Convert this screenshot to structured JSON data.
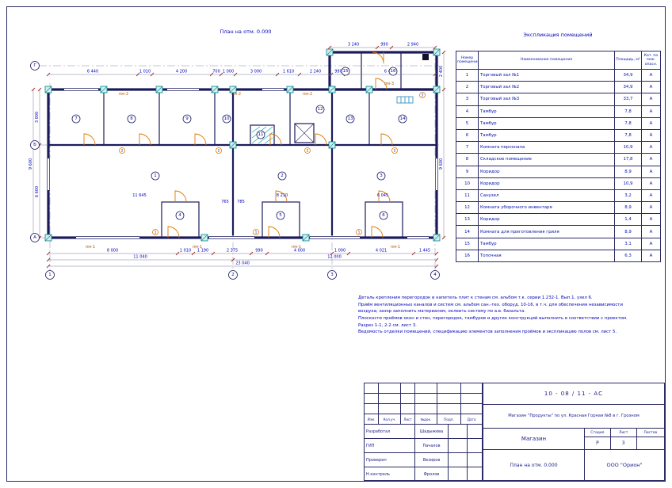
{
  "sheet": {
    "plan_title": "План на отм. 0.000",
    "table_title": "Экспликация помещений"
  },
  "table": {
    "col_num": "Номер помещения",
    "col_name": "Наименование помещения",
    "col_area": "Площадь, м²",
    "col_cat": "Кат. по пож. опасн.",
    "rows": [
      {
        "num": "1",
        "name": "Торговый зал №1",
        "area": "34,9",
        "cat": "А"
      },
      {
        "num": "2",
        "name": "Торговый зал №2",
        "area": "34,9",
        "cat": "А"
      },
      {
        "num": "3",
        "name": "Торговый зал №3",
        "area": "33,7",
        "cat": "А"
      },
      {
        "num": "4",
        "name": "Тамбур",
        "area": "7,8",
        "cat": "А"
      },
      {
        "num": "5",
        "name": "Тамбур",
        "area": "7,8",
        "cat": "А"
      },
      {
        "num": "6",
        "name": "Тамбур",
        "area": "7,8",
        "cat": "А"
      },
      {
        "num": "7",
        "name": "Комната персонала",
        "area": "10,9",
        "cat": "А"
      },
      {
        "num": "8",
        "name": "Складское помещение",
        "area": "17,8",
        "cat": "А"
      },
      {
        "num": "9",
        "name": "Коридор",
        "area": "8,9",
        "cat": "А"
      },
      {
        "num": "10",
        "name": "Коридор",
        "area": "10,9",
        "cat": "А"
      },
      {
        "num": "11",
        "name": "Санузел",
        "area": "3,2",
        "cat": "А"
      },
      {
        "num": "12",
        "name": "Комната уборочного инвентаря",
        "area": "8,9",
        "cat": "А"
      },
      {
        "num": "13",
        "name": "Коридор",
        "area": "1,4",
        "cat": "А"
      },
      {
        "num": "14",
        "name": "Комната для приготовления гриля",
        "area": "8,9",
        "cat": "А"
      },
      {
        "num": "15",
        "name": "Тамбур",
        "area": "3,1",
        "cat": "А"
      },
      {
        "num": "16",
        "name": "Топочная",
        "area": "6,3",
        "cat": "А"
      }
    ]
  },
  "notes": {
    "lines": [
      "Деталь крепления перегородок и капитель плит к стенам см. альбом т.к. серии 1.232-1. Вып.1, узел 6.",
      "Приём вентиляционных каналов и систем см. альбом сан.-тех. оборуд. 10-16, в т.ч. для обеспечения независимости",
      "воздуха; зазор заполнить материалом, оклеить систему по а.в. базальта.",
      "Плоскости проёмов окон и стен, перегородок, тамбуров и других конструкций выполнить в соответствии с проектом.",
      "Разрез 1-1, 2-2 см. лист 3.",
      "Ведомость отделки помещений, спецификацию элементов заполнения проёмов и экспликацию полов см. лист 5."
    ]
  },
  "plan": {
    "axes_bottom": [
      "1",
      "2",
      "3",
      "4"
    ],
    "axes_left": [
      "Г",
      "Б",
      "А"
    ],
    "rooms": [
      "1",
      "2",
      "3",
      "4",
      "5",
      "6",
      "7",
      "8",
      "9",
      "10",
      "11",
      "12",
      "13",
      "14",
      "15",
      "16"
    ],
    "dims_top": [
      "6 440",
      "1 010",
      "4 200",
      "700",
      "1 000",
      "3 000",
      "1 610",
      "2 240",
      "990",
      "6 400"
    ],
    "dims_ext": [
      "3 240",
      "990",
      "2 940"
    ],
    "dims_bottom1": [
      "8 000",
      "1 010",
      "1 190",
      "2 375",
      "990",
      "4 000",
      "1 000",
      "4 021",
      "1 445"
    ],
    "dims_bottom2": [
      "11 040",
      "12 000"
    ],
    "dims_total": "23 040",
    "dims_left": [
      "3 000",
      "6 600"
    ],
    "dims_left_total": "9 600",
    "dims_right": [
      "2 400",
      "9 600"
    ],
    "hall_dims": [
      "11 645",
      "8 210",
      "6 045"
    ],
    "small_dims": [
      "765",
      "785"
    ],
    "pm_top": [
      "пм-2",
      "пм-2",
      "пм-2"
    ],
    "pm_bottom": [
      "пм-1",
      "пм-1",
      "пм-1",
      "пм-1"
    ],
    "pm_ext": "пм-3",
    "door_marks": [
      "2",
      "2",
      "2",
      "2",
      "1",
      "1",
      "1",
      "3"
    ]
  },
  "titleblock": {
    "doc_code": "10 - 08 / 11 - АС",
    "object": "Магазин \"Продукты\" по ул. Красная Горная №8 в г. Грозном",
    "header_cols": [
      "Изм.",
      "Кол.уч.",
      "Лист",
      "№док.",
      "Подп.",
      "Дата"
    ],
    "roles": [
      {
        "role": "Разработал",
        "name": "Шадыжева"
      },
      {
        "role": "ГИП",
        "name": "Пачалов"
      },
      {
        "role": "Проверил",
        "name": "Везиров"
      },
      {
        "role": "Н.контроль",
        "name": "Фролов"
      }
    ],
    "project_label": "Магазин",
    "stage_label": "Стадия",
    "sheet_label": "Лист",
    "sheets_label": "Листов",
    "stage": "Р",
    "sheet": "3",
    "sheets": "",
    "drawing_title": "План на отм. 0.000",
    "company": "ООО \"Орион\""
  }
}
